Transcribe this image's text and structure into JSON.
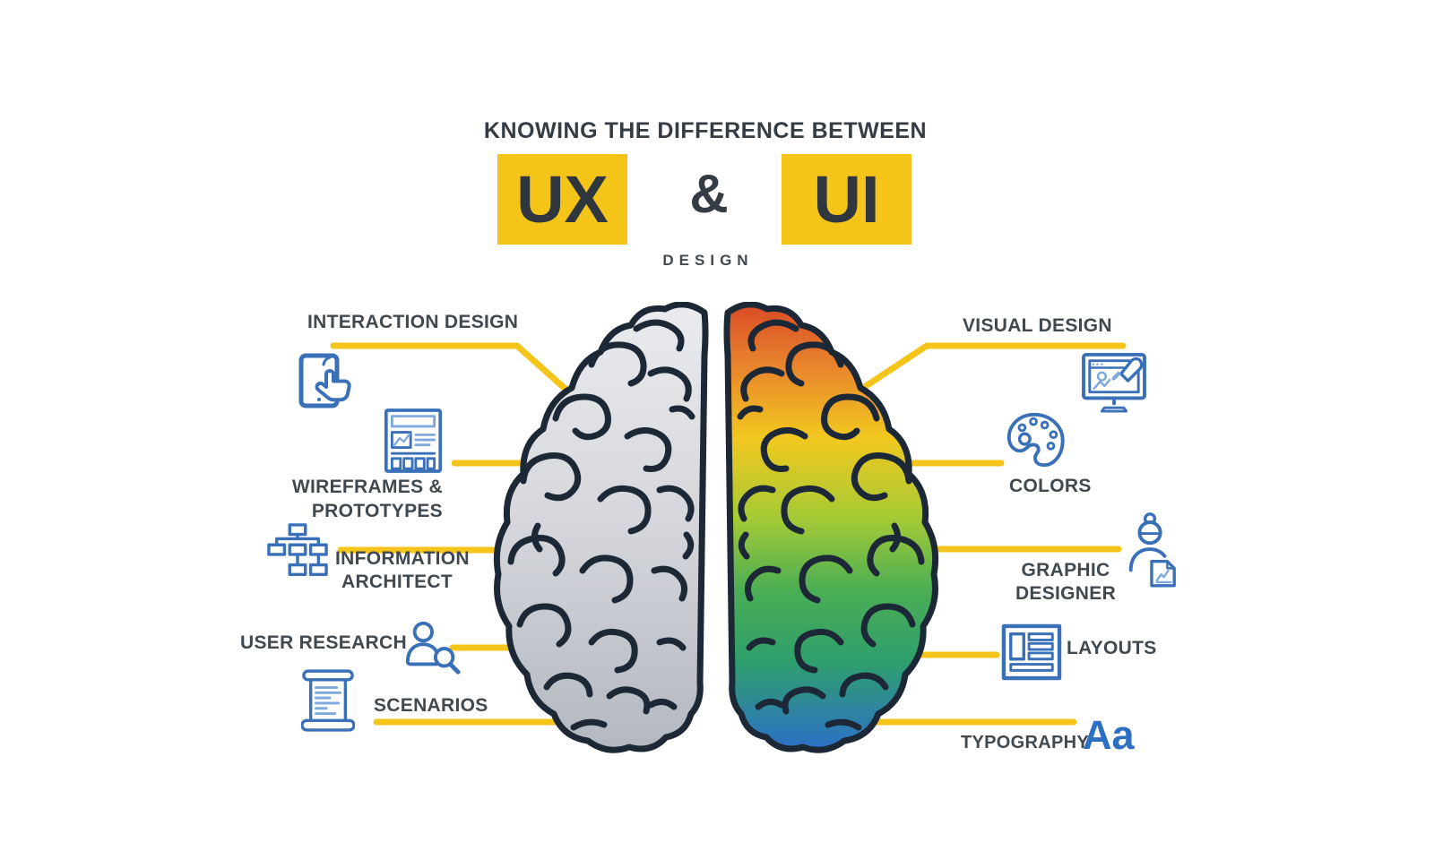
{
  "header": {
    "kicker": "KNOWING THE DIFFERENCE BETWEEN",
    "ux": "UX",
    "amp": "&",
    "ui": "UI",
    "design": "DESIGN"
  },
  "ux_side": {
    "items": [
      {
        "label": "INTERACTION DESIGN",
        "icon": "tablet-touch-icon"
      },
      {
        "label": "WIREFRAMES &",
        "label2": "PROTOTYPES",
        "icon": "wireframe-browser-icon"
      },
      {
        "label": "INFORMATION",
        "label2": "ARCHITECT",
        "icon": "sitemap-icon"
      },
      {
        "label": "USER RESEARCH",
        "icon": "user-search-icon"
      },
      {
        "label": "SCENARIOS",
        "icon": "scroll-icon"
      }
    ]
  },
  "ui_side": {
    "items": [
      {
        "label": "VISUAL DESIGN",
        "icon": "monitor-paintbrush-icon"
      },
      {
        "label": "COLORS",
        "icon": "palette-icon"
      },
      {
        "label": "GRAPHIC",
        "label2": "DESIGNER",
        "icon": "designer-person-icon"
      },
      {
        "label": "LAYOUTS",
        "icon": "layout-grid-icon"
      },
      {
        "label": "TYPOGRAPHY",
        "sample": "Aa",
        "icon": "typography-sample"
      }
    ]
  },
  "colors": {
    "accent_yellow": "#F5C41B",
    "icon_blue": "#3A70B7",
    "icon_blue_light": "#7FA8DC",
    "label_text": "#414950",
    "title_text": "#353C44",
    "brain_outline": "#1D2836",
    "left_brain_gradient": [
      "#E9EBEE",
      "#B3B7BF"
    ],
    "right_brain_gradient": [
      "#D94B25",
      "#E8852D",
      "#F2C81F",
      "#A6CA35",
      "#4BAE54",
      "#2F9F6C",
      "#2C70C8"
    ]
  }
}
